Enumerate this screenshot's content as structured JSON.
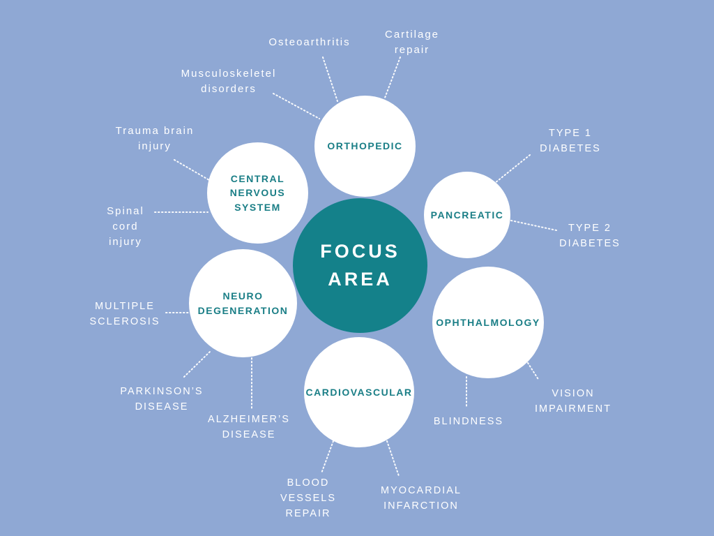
{
  "center": {
    "label": "FOCUS\nAREA"
  },
  "colors": {
    "background": "#8fa8d4",
    "center": "#14818a",
    "node": "#ffffff",
    "node_text": "#1a7e86"
  },
  "nodes": {
    "orthopedic": {
      "label": "ORTHOPEDIC",
      "items": [
        "Osteoarthritis",
        "Cartilage\nrepair",
        "Musculoskeletel\ndisorders"
      ]
    },
    "cns": {
      "label": "CENTRAL\nNERVOUS\nSYSTEM",
      "items": [
        "Trauma brain\ninjury",
        "Spinal\ncord\ninjury"
      ]
    },
    "pancreatic": {
      "label": "PANCREATIC",
      "items": [
        "TYPE 1\nDIABETES",
        "TYPE 2\nDIABETES"
      ]
    },
    "neuro": {
      "label": "NEURO\nDEGENERATION",
      "items": [
        "MULTIPLE\nSCLEROSIS",
        "PARKINSON’S\nDISEASE",
        "ALZHEIMER’S\nDISEASE"
      ]
    },
    "ophthalmology": {
      "label": "OPHTHALMOLOGY",
      "items": [
        "VISION\nIMPAIRMENT",
        "BLINDNESS"
      ]
    },
    "cardiovascular": {
      "label": "CARDIOVASCULAR",
      "items": [
        "BLOOD\nVESSELS\nREPAIR",
        "MYOCARDIAL\nINFARCTION"
      ]
    }
  }
}
